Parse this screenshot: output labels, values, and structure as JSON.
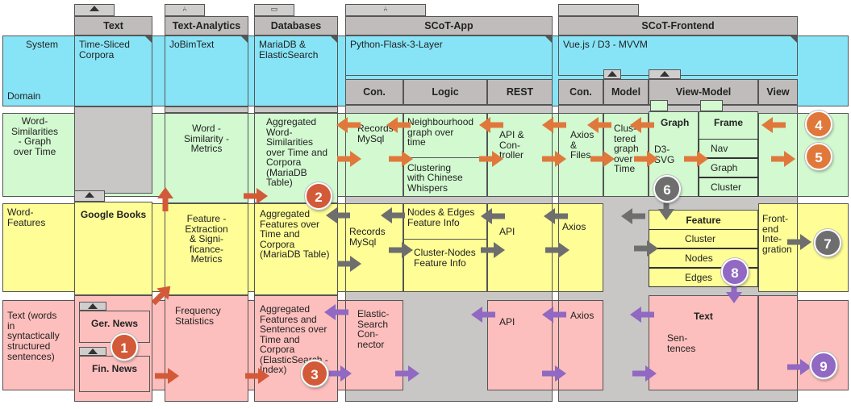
{
  "colors": {
    "system_row": "#87e4f7",
    "similarities_row": "#d2f9d0",
    "features_row": "#fefd96",
    "text_row": "#fdbfbd",
    "column": "#c9c6c6",
    "orange": "#e0783c",
    "grey": "#6e6e6e",
    "purple": "#9168c2",
    "red": "#d35a39"
  },
  "rows": {
    "system": "System",
    "domain": "Domain",
    "similarities": "Word-\nSimilarities\n- Graph\nover Time",
    "features": "Word-\nFeatures",
    "text": "Text (words\nin\nsyntactically\nstructured\nsentences)"
  },
  "columns": {
    "text": {
      "header": "Text",
      "system": "Time-Sliced\nCorpora"
    },
    "analytics": {
      "header": "Text-Analytics",
      "system": "JoBimText"
    },
    "databases": {
      "header": "Databases",
      "system": "MariaDB &\nElasticSearch"
    },
    "app": {
      "header": "SCoT-App",
      "system": "Python-Flask-3-Layer"
    },
    "frontend": {
      "header": "SCoT-Frontend",
      "system": "Vue.js / D3 - MVVM"
    }
  },
  "subheaders": {
    "app_con": "Con.",
    "app_logic": "Logic",
    "app_rest": "REST",
    "fe_con": "Con.",
    "fe_model": "Model",
    "fe_viewmodel": "View-Model",
    "fe_view": "View"
  },
  "text_col": {
    "google_books": "Google Books",
    "ger_news": "Ger. News",
    "fin_news": "Fin. News"
  },
  "analytics_col": {
    "similarity": "Word -\nSimilarity -\nMetrics",
    "feature": "Feature -\nExtraction\n& Signi-\nficance-\nMetrics",
    "frequency": "Frequency\nStatistics"
  },
  "databases_col": {
    "similarity": "Aggregated\nWord-\nSimilarities\nover Time and\nCorpora\n(MariaDB\nTable)",
    "feature": "Aggregated\nFeatures over\nTime and\nCorpora\n(MariaDB Table)",
    "text": "Aggregated\nFeatures and\nSentences over\nTime and\nCorpora\n(ElasticSearch -\nIndex)"
  },
  "app_col": {
    "con_sim": "Records\nMySql",
    "con_feat": "Records\nMySql",
    "con_text": "Elastic-\nSearch\nCon-\nnector",
    "logic_sim1": "Neighbourhood\ngraph over\ntime",
    "logic_sim2": "Clustering\nwith  Chinese\nWhispers",
    "logic_feat1": "Nodes & Edges\nFeature Info",
    "logic_feat2": "Cluster-Nodes\nFeature Info",
    "rest_sim": "API &\nCon-\ntroller",
    "rest_feat": "API",
    "rest_text": "API"
  },
  "fe_col": {
    "con_sim": "Axios\n&\nFiles",
    "con_feat": "Axios",
    "con_text": "Axios",
    "model_sim": "Clus-\ntered\ngraph\nover\nTime",
    "graph": "Graph",
    "graph_sub": "D3-\nSVG",
    "frame": "Frame",
    "frame_items": [
      "Nav",
      "Graph",
      "Cluster"
    ],
    "feature": "Feature",
    "feature_items": [
      "Cluster",
      "Nodes",
      "Edges"
    ],
    "text": "Text",
    "text_sub": "Sen-\ntences",
    "view_feat": "Front-\nend\nInte-\ngration"
  },
  "markers": [
    "1",
    "2",
    "3",
    "4",
    "5",
    "6",
    "7",
    "8",
    "9"
  ]
}
